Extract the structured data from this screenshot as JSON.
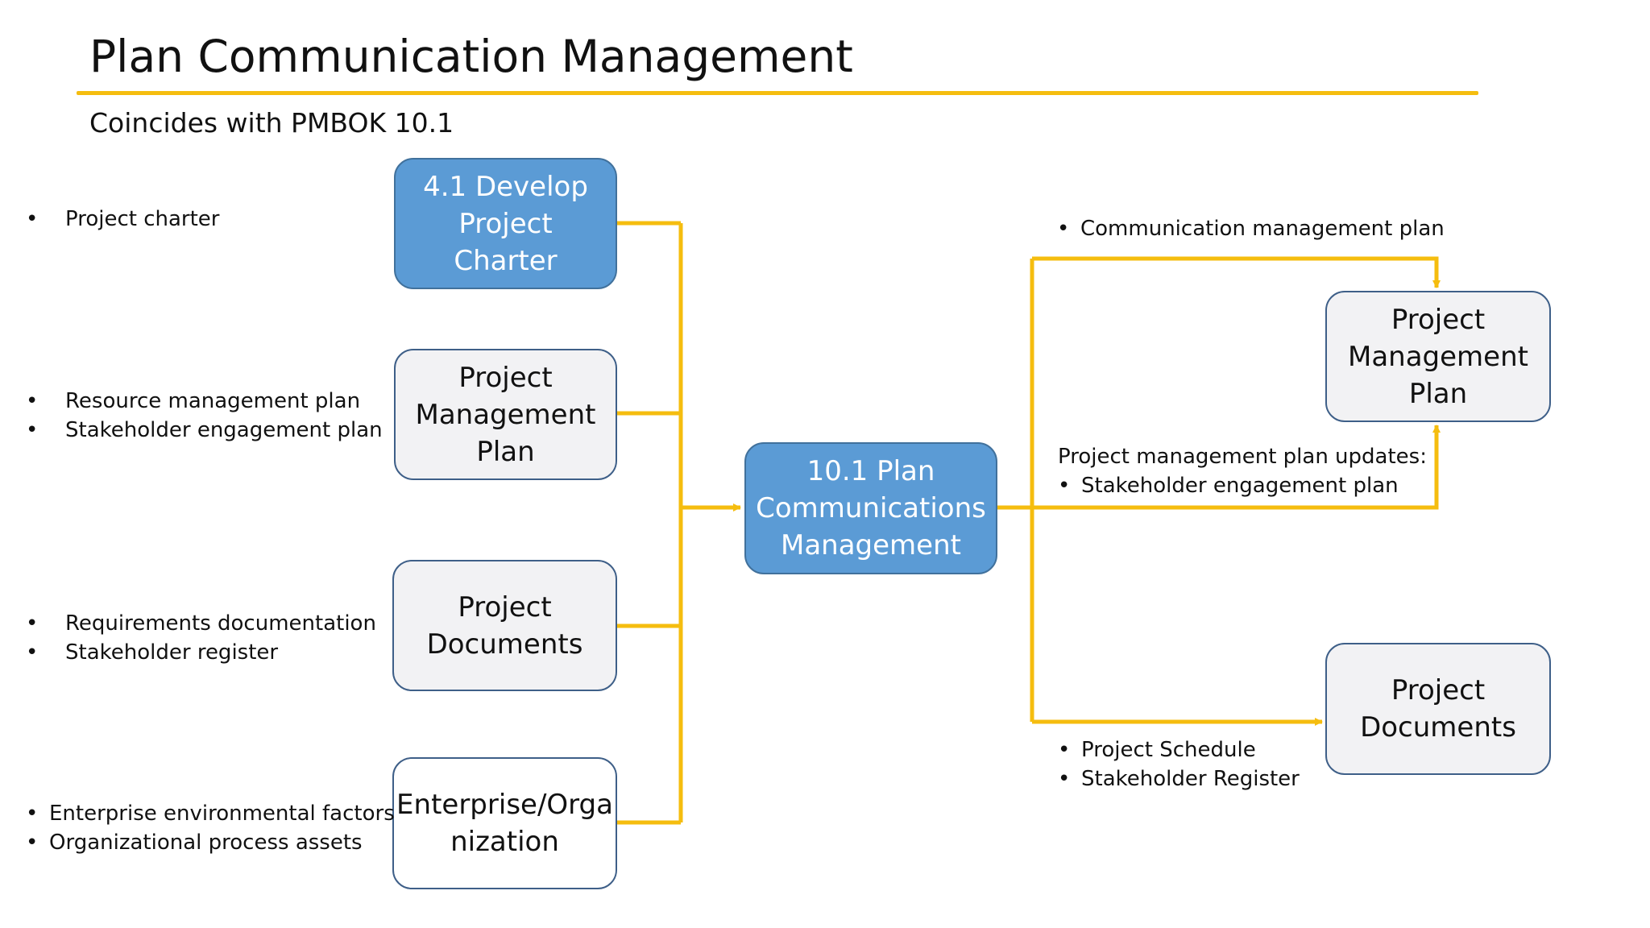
{
  "title": "Plan Communication Management",
  "subtitle": "Coincides with PMBOK 10.1",
  "colors": {
    "accent_line": "#F5BD0F",
    "connector": "#F5BD0F",
    "process_fill": "#5B9BD5",
    "artifact_fill": "#F2F2F4",
    "box_border": "#3E5F88"
  },
  "bullet_glyph": "•",
  "inputs": {
    "develop_charter": {
      "lines": [
        "4.1 Develop",
        "Project Charter"
      ],
      "notes": [
        "Project charter"
      ]
    },
    "pm_plan": {
      "lines": [
        "Project",
        "Management",
        "Plan"
      ],
      "notes": [
        "Resource management plan",
        "Stakeholder engagement plan"
      ]
    },
    "project_documents": {
      "lines": [
        "Project",
        "Documents"
      ],
      "notes": [
        "Requirements documentation",
        "Stakeholder register"
      ]
    },
    "enterprise": {
      "lines": [
        "Enterprise/Orga",
        "nization"
      ],
      "notes": [
        "Enterprise environmental factors",
        "Organizational process assets"
      ]
    }
  },
  "process": {
    "lines": [
      "10.1 Plan",
      "Communications",
      "Management"
    ]
  },
  "outputs": {
    "pm_plan": {
      "lines": [
        "Project",
        "Management",
        "Plan"
      ],
      "top_note": "Communication management plan",
      "updates_heading": "Project management plan updates:",
      "updates_notes": [
        "Stakeholder engagement plan"
      ]
    },
    "project_documents": {
      "lines": [
        "Project",
        "Documents"
      ],
      "notes": [
        "Project Schedule",
        "Stakeholder Register"
      ]
    }
  }
}
